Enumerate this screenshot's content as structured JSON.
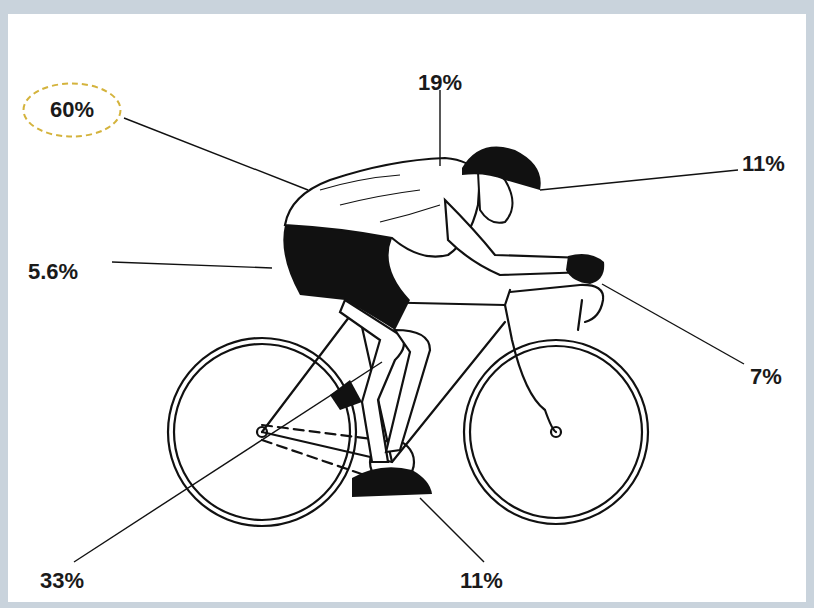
{
  "diagram": {
    "nodes": [
      {
        "text": [
          "60%"
        ]
      }
    ],
    "labels": [
      "19%",
      "11%",
      "5.6%",
      "7%",
      "33%",
      "11%"
    ]
  }
}
